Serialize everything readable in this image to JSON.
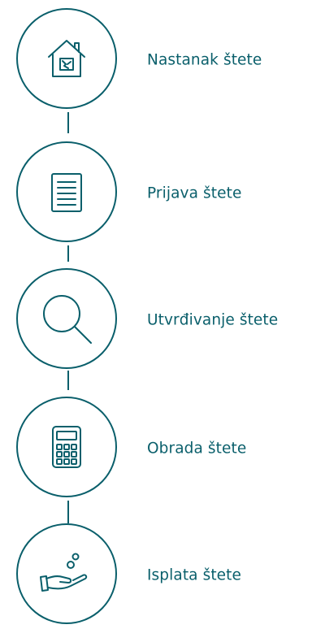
{
  "colors": {
    "accent": "#0a5f6b",
    "background": "#ffffff"
  },
  "steps": [
    {
      "label": "Nastanak štete",
      "icon": "damaged-house-icon"
    },
    {
      "label": "Prijava štete",
      "icon": "document-icon"
    },
    {
      "label": "Utvrđivanje štete",
      "icon": "magnifier-icon"
    },
    {
      "label": "Obrada štete",
      "icon": "calculator-icon"
    },
    {
      "label": "Isplata štete",
      "icon": "hand-coins-icon"
    }
  ]
}
